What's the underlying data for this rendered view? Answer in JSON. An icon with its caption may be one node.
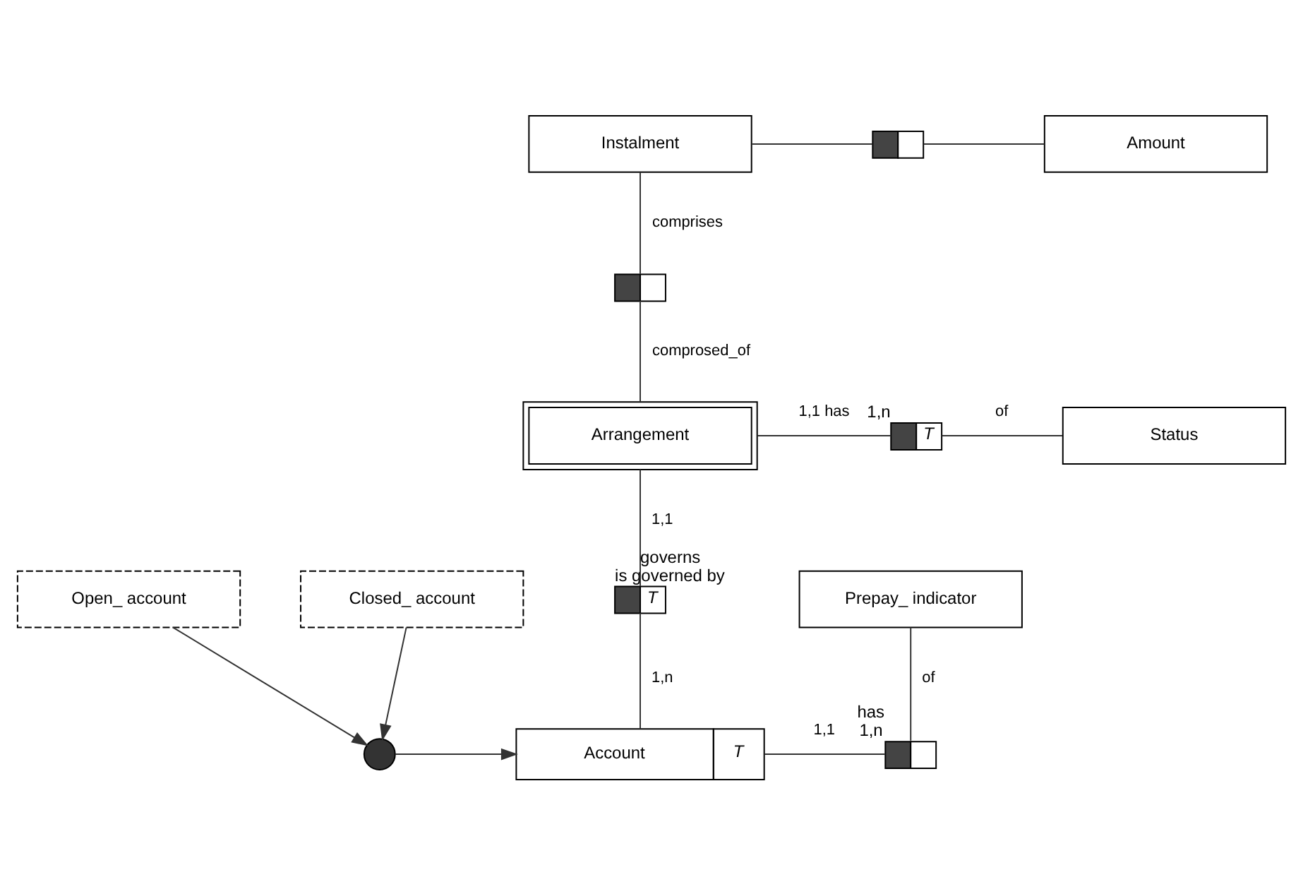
{
  "diagram": {
    "nodes": [
      {
        "text": [
          "Instalment"
        ]
      },
      {
        "text": [
          "Amount"
        ]
      },
      {
        "text": [
          "Arrangement"
        ]
      },
      {
        "text": [
          "Status"
        ]
      },
      {
        "text": [
          "Prepay_ indicator"
        ]
      },
      {
        "text": [
          "Account",
          "T"
        ]
      },
      {
        "text": [
          "Open_ account"
        ]
      },
      {
        "text": [
          "Closed_ account"
        ]
      },
      {
        "text": [],
        "shape": "box"
      },
      {
        "text": [],
        "shape": "box"
      },
      {
        "text": [
          "T"
        ],
        "beside": [
          "1,n"
        ]
      },
      {
        "text": [
          "T"
        ],
        "beside": [
          "governs",
          "is governed by"
        ]
      },
      {
        "text": [],
        "shape": "box",
        "beside": [
          "has",
          "1,n"
        ]
      },
      {
        "text": [],
        "shape": "circle"
      }
    ],
    "edges": [
      {
        "from": 0,
        "to": 8,
        "arrow": "none"
      },
      {
        "from": 8,
        "to": 1,
        "arrow": "none"
      },
      {
        "from": 0,
        "to": 9,
        "arrow": "none",
        "label": "comprises"
      },
      {
        "from": 9,
        "to": 2,
        "arrow": "none",
        "label": "comprosed_of"
      },
      {
        "from": 2,
        "to": 10,
        "arrow": "none",
        "label": "1,1 has"
      },
      {
        "from": 10,
        "to": 3,
        "arrow": "none",
        "label": "of"
      },
      {
        "from": 2,
        "to": 11,
        "arrow": "none",
        "label": "1,1"
      },
      {
        "from": 11,
        "to": 5,
        "arrow": "none",
        "label": "1,n"
      },
      {
        "from": 5,
        "to": 12,
        "arrow": "none",
        "label": "1,1"
      },
      {
        "from": 12,
        "to": 4,
        "arrow": "none",
        "label": "of"
      },
      {
        "from": 6,
        "to": 13,
        "arrow": "to"
      },
      {
        "from": 7,
        "to": 13,
        "arrow": "to"
      },
      {
        "from": 13,
        "to": 5,
        "arrow": "to"
      }
    ]
  }
}
